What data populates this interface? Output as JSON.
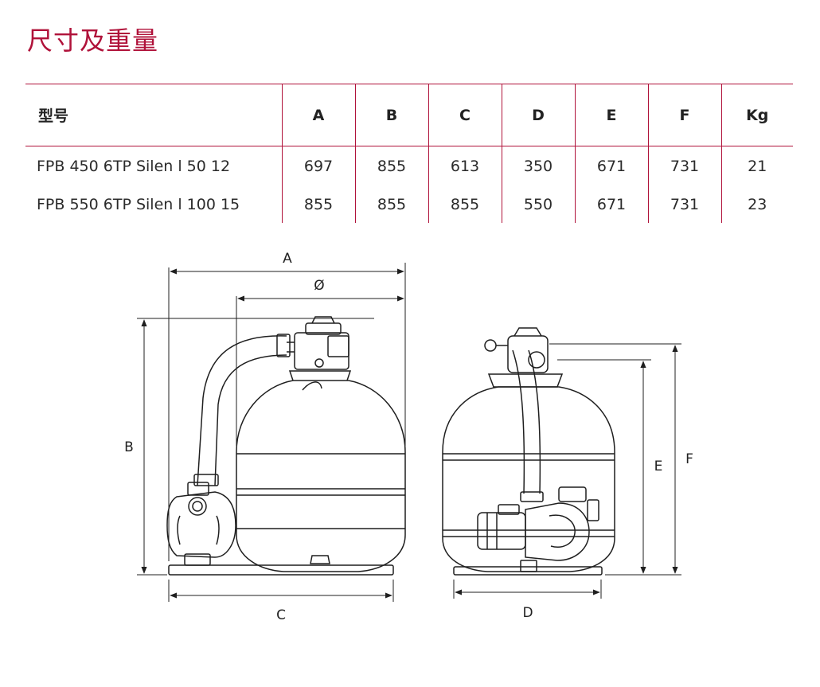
{
  "title": "尺寸及重量",
  "table": {
    "headers": [
      "型号",
      "A",
      "B",
      "C",
      "D",
      "E",
      "F",
      "Kg"
    ],
    "rows": [
      [
        "FPB 450 6TP Silen l 50 12",
        "697",
        "855",
        "613",
        "350",
        "671",
        "731",
        "21"
      ],
      [
        "FPB 550 6TP Silen l 100 15",
        "855",
        "855",
        "855",
        "550",
        "671",
        "731",
        "23"
      ]
    ]
  },
  "diagram": {
    "labels": {
      "A": "A",
      "diameter": "Ø",
      "B": "B",
      "C": "C",
      "D": "D",
      "E": "E",
      "F": "F"
    },
    "line_color": "#1f1f1f",
    "accent_color": "#b0123a"
  }
}
